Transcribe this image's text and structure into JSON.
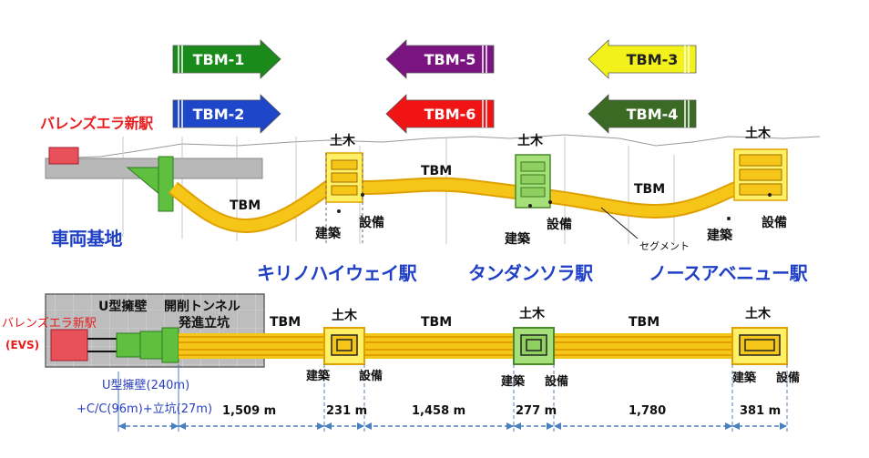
{
  "arrows": [
    {
      "label": "TBM-1",
      "color": "#1a8a1a",
      "dir": "right"
    },
    {
      "label": "TBM-2",
      "color": "#1e46c8",
      "dir": "right"
    },
    {
      "label": "TBM-5",
      "color": "#7a1480",
      "dir": "left"
    },
    {
      "label": "TBM-6",
      "color": "#f01414",
      "dir": "left"
    },
    {
      "label": "TBM-3",
      "color": "#f2f21a",
      "dir": "left"
    },
    {
      "label": "TBM-4",
      "color": "#3a6a24",
      "dir": "left"
    }
  ],
  "profile": {
    "valenzuela": "バレンズエラ新駅",
    "depot": "車両基地",
    "tbm_labels": [
      "TBM",
      "TBM",
      "TBM"
    ],
    "segment": "セグメント",
    "stations": [
      {
        "name": "キリノハイウェイ駅",
        "civil": "土木",
        "arch": "建築",
        "equip": "設備"
      },
      {
        "name": "タンダンソラ駅",
        "civil": "土木",
        "arch": "建築",
        "equip": "設備"
      },
      {
        "name": "ノースアベニュー駅",
        "civil": "土木",
        "arch": "建築",
        "equip": "設備"
      }
    ]
  },
  "plan": {
    "valenzuela": "バレンズエラ新駅",
    "evs": "(EVS)",
    "u_wall": "U型擁壁",
    "cut_cover": "開削トンネル",
    "launch_shaft": "発進立坑",
    "u_wall_note": "U型擁壁(240m)",
    "cc_note": "+C/C(96m)+立坑(27m)",
    "tbm_labels": [
      "TBM",
      "TBM",
      "TBM"
    ],
    "stations": [
      {
        "civil": "土木",
        "arch": "建築",
        "equip": "設備"
      },
      {
        "civil": "土木",
        "arch": "建築",
        "equip": "設備"
      },
      {
        "civil": "土木",
        "arch": "建築",
        "equip": "設備"
      }
    ],
    "distances": [
      "1,509 m",
      "231 m",
      "1,458 m",
      "277 m",
      "1,780",
      "381 m"
    ]
  },
  "colors": {
    "tunnel": "#f5c518",
    "tunnel_edge": "#e0a000",
    "station_yellow": "#fff066",
    "station_green": "#a6e07a",
    "dim_line": "#4a7fc0",
    "red_block": "#e8505a"
  }
}
